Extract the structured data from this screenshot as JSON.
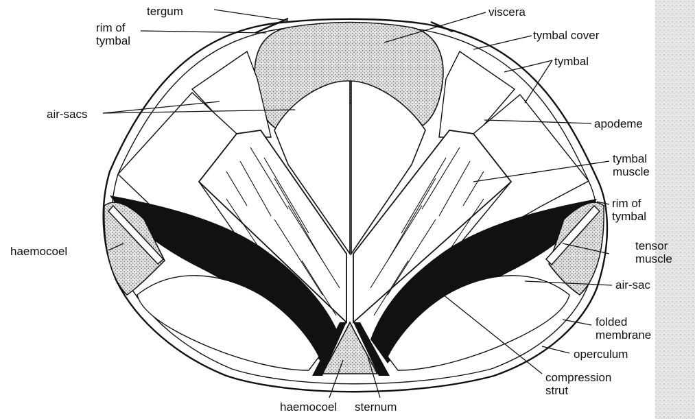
{
  "labels": {
    "tergum": "tergum",
    "rim_of": "rim of",
    "tymbal": "tymbal",
    "viscera": "viscera",
    "tymbal_cover": "tymbal cover",
    "tymbal_right": "tymbal",
    "air_sacs": "air-sacs",
    "apodeme": "apodeme",
    "tymbal_muscle_1": "tymbal",
    "tymbal_muscle_2": "muscle",
    "rim_of_right_1": "rim of",
    "rim_of_right_2": "tymbal",
    "haemocoel_left": "haemocoel",
    "tensor_1": "tensor",
    "tensor_2": "muscle",
    "air_sac": "air-sac",
    "folded_1": "folded",
    "folded_2": "membrane",
    "operculum": "operculum",
    "compression_1": "compression",
    "compression_2": "strut",
    "haemocoel_bottom": "haemocoel",
    "sternum": "sternum"
  },
  "colors": {
    "ink": "#111111",
    "stipple": "#c9c9c9",
    "paper": "#ffffff",
    "edge_shadow": "#d4d4d4"
  }
}
